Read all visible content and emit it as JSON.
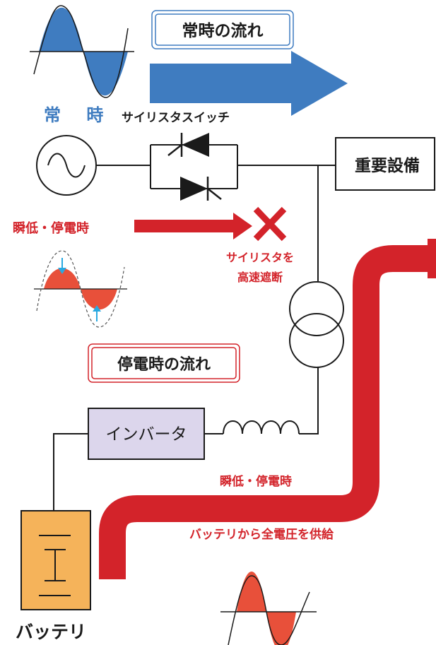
{
  "labels": {
    "normal_flow": "常時の流れ",
    "normal": "常 時",
    "thyristor_switch": "サイリスタスイッチ",
    "critical_equipment": "重要設備",
    "sag_outage_left": "瞬低・停電時",
    "thyristor_cut_line1": "サイリスタを",
    "thyristor_cut_line2": "高速遮断",
    "outage_flow": "停電時の流れ",
    "inverter": "インバータ",
    "sag_outage_bottom": "瞬低・停電時",
    "battery_supply": "バッテリから全電圧を供給",
    "battery": "バッテリ"
  },
  "colors": {
    "normal_blue": "#3f7cc0",
    "outage_red": "#d3232a",
    "wave_red": "#e8503a",
    "inverter_fill": "#dcd6ec",
    "battery_fill": "#f5b35a",
    "arrow_cyan": "#29a9e1",
    "line": "#1a1a1a"
  },
  "icons": {
    "ac_source": "ac-source-symbol",
    "thyristor": "anti-parallel-thyristor-symbol",
    "transformer": "transformer-symbol",
    "inductor": "inductor-coil-symbol",
    "battery": "battery-cell-symbol",
    "cut": "cross-mark-icon"
  }
}
